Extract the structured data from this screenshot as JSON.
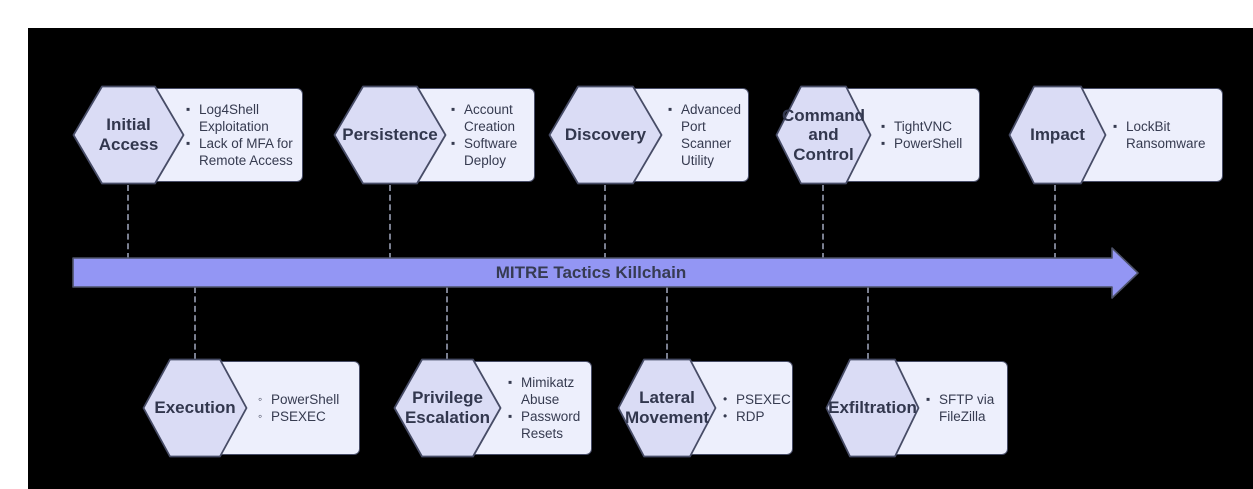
{
  "arrow": {
    "label": "MITRE Tactics Killchain"
  },
  "colors": {
    "canvas_bg": "#000000",
    "hexagon_fill": "#dadcf5",
    "box_fill": "#edeffc",
    "outline": "#474c66",
    "arrow_fill": "#9396f4",
    "connector": "#7a7f90",
    "text": "#32374e"
  },
  "tactics": [
    {
      "id": "initial-access",
      "label": "Initial Access",
      "marker": "▪",
      "items": [
        "Log4Shell Exploitation",
        "Lack of MFA for Remote Access"
      ]
    },
    {
      "id": "persistence",
      "label": "Persistence",
      "marker": "▪",
      "items": [
        "Account Creation",
        "Software Deploy"
      ]
    },
    {
      "id": "discovery",
      "label": "Discovery",
      "marker": "▪",
      "items": [
        "Advanced Port Scanner Utility"
      ]
    },
    {
      "id": "command-and-control",
      "label": "Command and Control",
      "marker": "▪",
      "items": [
        "TightVNC",
        "PowerShell"
      ]
    },
    {
      "id": "impact",
      "label": "Impact",
      "marker": "▪",
      "items": [
        "LockBit Ransomware"
      ]
    },
    {
      "id": "execution",
      "label": "Execution",
      "marker": "◦",
      "items": [
        "PowerShell",
        "PSEXEC"
      ]
    },
    {
      "id": "privilege-escalation",
      "label": "Privilege Escalation",
      "marker": "▪",
      "items": [
        "Mimikatz Abuse",
        "Password Resets"
      ]
    },
    {
      "id": "lateral-movement",
      "label": "Lateral Movement",
      "marker": "•",
      "items": [
        "PSEXEC",
        "RDP"
      ]
    },
    {
      "id": "exfiltration",
      "label": "Exfiltration",
      "marker": "▪",
      "items": [
        "SFTP via FileZilla"
      ]
    }
  ]
}
